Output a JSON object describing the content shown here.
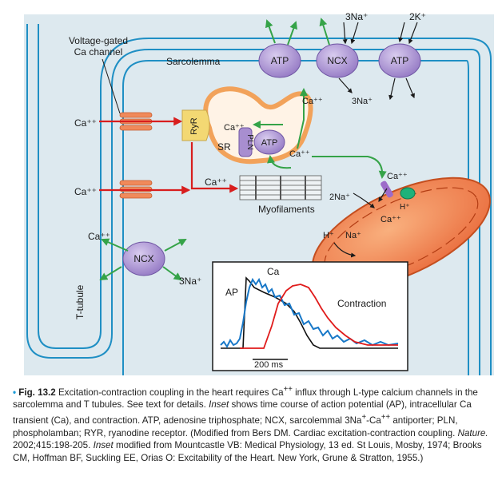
{
  "labels": {
    "voltage_gated_line1": "Voltage-gated",
    "voltage_gated_line2": "Ca channel",
    "sarcolemma": "Sarcolemma",
    "t_tubule": "T-tubule",
    "myofilaments": "Myofilaments",
    "ryr": "RyR",
    "sr": "SR",
    "pln": "PLN",
    "atp": "ATP",
    "ncx": "NCX",
    "ca": "Ca⁺⁺",
    "na3": "3Na⁺",
    "na2": "2Na⁺",
    "k2": "2K⁺",
    "na": "Na⁺",
    "h": "H⁺"
  },
  "inset": {
    "ap_label": "AP",
    "ca_label": "Ca",
    "contraction_label": "Contraction",
    "scale_label": "200 ms"
  },
  "colors": {
    "panel_bg": "#dde9ef",
    "membrane": "#1f8fc4",
    "atpase": "#a88ed0",
    "channel": "#f08a5b",
    "ryr": "#f3d873",
    "sr": "#f2a25a",
    "mito": "#f27c4a",
    "arrow_red": "#d81e1e",
    "arrow_green": "#35a348",
    "trace_blue": "#1878c8",
    "trace_red": "#e01b1b",
    "bullet": "#1b9bd7"
  },
  "caption": {
    "fig_label": "Fig. 13.2",
    "s1": "Excitation-contraction coupling in the heart requires Ca",
    "sup_pp": "++",
    "s2": "influx through L-type calcium channels in the sarcolemma and T tubules. See text for details.",
    "inset_word": "Inset",
    "s3": "shows time course of action potential (AP), intracellular Ca transient (Ca), and contraction. ATP, adenosine triphosphate; NCX, sarcolemmal 3Na",
    "sup_p": "+",
    "dash": "-Ca",
    "s4": "antiporter; PLN, phospholamban; RYR, ryanodine receptor. (Modified from Bers DM. Cardiac excitation-contraction coupling.",
    "journal": "Nature.",
    "s5": "2002;415:198-205.",
    "s6": "modified from Mountcastle VB: Medical Physiology, 13 ed. St Louis, Mosby, 1974; Brooks CM, Hoffman BF, Suckling EE, Orias O: Excitability of the Heart. New York, Grune & Stratton, 1955.)"
  }
}
